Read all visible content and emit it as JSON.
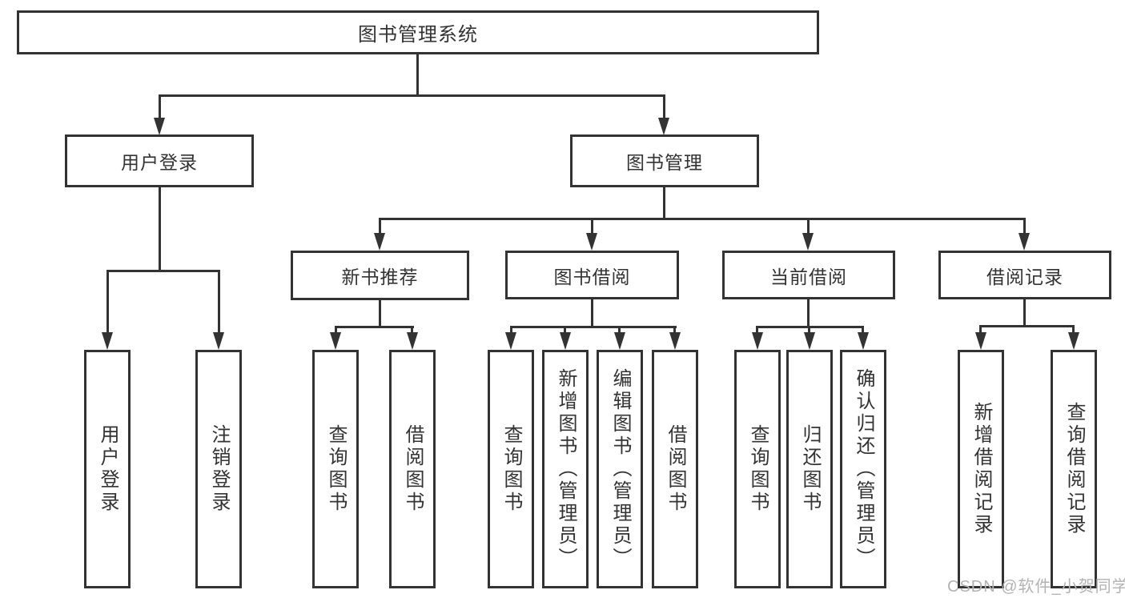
{
  "colors": {
    "line": "#333333",
    "box_border": "#333333",
    "text": "#333333",
    "background": "#ffffff",
    "watermark": "#b3b3b3"
  },
  "watermark": "CSDN @软件_小贺同学",
  "tree": {
    "label": "图书管理系统",
    "children": [
      {
        "label": "用户登录",
        "children": [
          {
            "label": "用户登录"
          },
          {
            "label": "注销登录"
          }
        ]
      },
      {
        "label": "图书管理",
        "children": [
          {
            "label": "新书推荐",
            "children": [
              {
                "label": "查询图书"
              },
              {
                "label": "借阅图书"
              }
            ]
          },
          {
            "label": "图书借阅",
            "children": [
              {
                "label": "查询图书"
              },
              {
                "label": "新增图书（管理员）"
              },
              {
                "label": "编辑图书（管理员）"
              },
              {
                "label": "借阅图书"
              }
            ]
          },
          {
            "label": "当前借阅",
            "children": [
              {
                "label": "查询图书"
              },
              {
                "label": "归还图书"
              },
              {
                "label": "确认归还（管理员）"
              }
            ]
          },
          {
            "label": "借阅记录",
            "children": [
              {
                "label": "新增借阅记录"
              },
              {
                "label": "查询借阅记录"
              }
            ]
          }
        ]
      }
    ]
  }
}
